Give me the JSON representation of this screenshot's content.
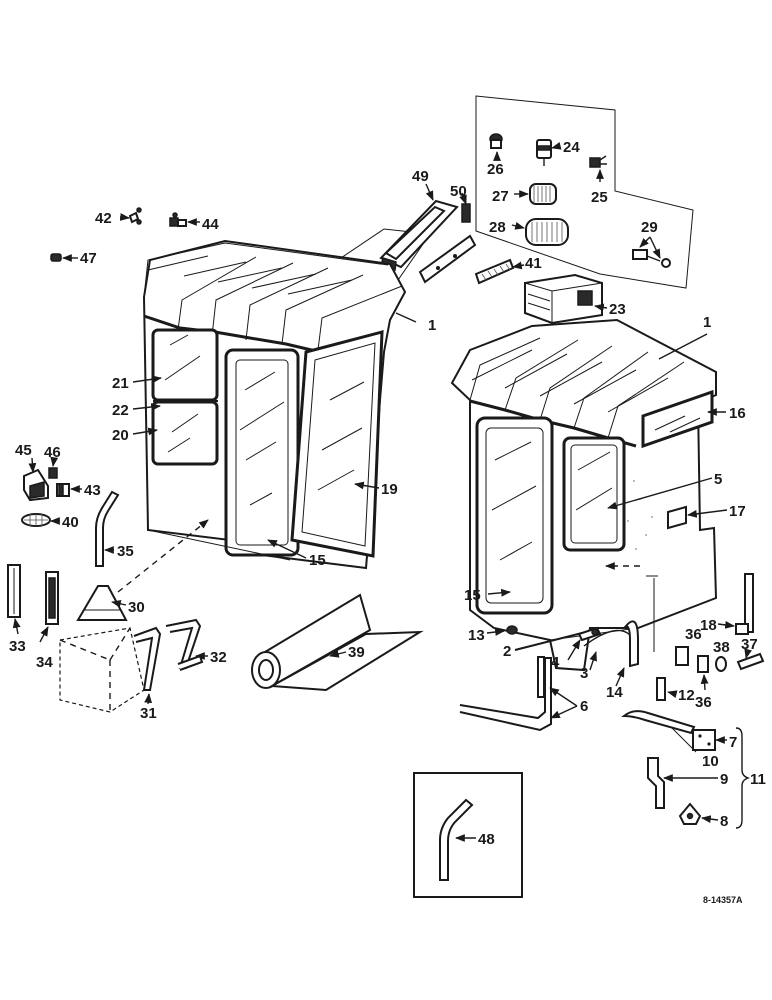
{
  "drawing_code": "8-14357A",
  "callouts": [
    "1",
    "1",
    "2",
    "3",
    "4",
    "5",
    "6",
    "7",
    "8",
    "9",
    "10",
    "11",
    "12",
    "13",
    "14",
    "15",
    "15",
    "16",
    "17",
    "18",
    "19",
    "20",
    "21",
    "22",
    "23",
    "24",
    "25",
    "26",
    "27",
    "28",
    "29",
    "30",
    "31",
    "32",
    "33",
    "34",
    "35",
    "36",
    "36",
    "37",
    "38",
    "39",
    "40",
    "41",
    "42",
    "43",
    "44",
    "45",
    "46",
    "47",
    "48",
    "49",
    "50"
  ]
}
